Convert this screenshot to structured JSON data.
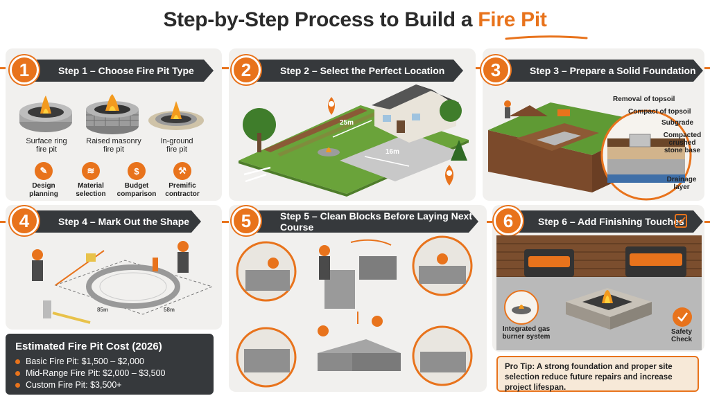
{
  "title": {
    "main": "Step-by-Step Process to Build a ",
    "accent": "Fire Pit"
  },
  "steps": [
    {
      "num": "1",
      "label": "Step 1 – Choose Fire Pit Type"
    },
    {
      "num": "2",
      "label": "Step 2 – Select the Perfect Location"
    },
    {
      "num": "3",
      "label": "Step 3 – Prepare a Solid Foundation"
    },
    {
      "num": "4",
      "label": "Step 4 – Mark Out the Shape"
    },
    {
      "num": "5",
      "label": "Step 5 – Clean Blocks Before Laying Next Course"
    },
    {
      "num": "6",
      "label": "Step 6 – Add Finishing Touches"
    }
  ],
  "pit_types": [
    "Surface ring\nfire pit",
    "Raised masonry\nfire pit",
    "In-ground\nfire pit"
  ],
  "planning_icons": [
    {
      "label": "Design\nplanning",
      "icon": "design-icon"
    },
    {
      "label": "Material\nselection",
      "icon": "layers-icon"
    },
    {
      "label": "Budget\ncomparison",
      "icon": "money-bag-icon"
    },
    {
      "label": "Premific\ncontractor",
      "icon": "contractor-icon"
    }
  ],
  "location_measures": {
    "a": "25m",
    "b": "16m"
  },
  "foundation_layers": [
    "Removal of topsoil",
    "Compact of topsoil",
    "Subgrade",
    "Compacted\ncrushed\nstone base",
    "Drainage\nlayer"
  ],
  "mark_measures": {
    "a": "85m",
    "b": "58m"
  },
  "finishing_labels": {
    "gas": "Integrated gas\nburner system",
    "safety": "Safety\nCheck"
  },
  "cost": {
    "title": "Estimated Fire Pit Cost (2026)",
    "items": [
      "Basic Fire Pit: $1,500 – $2,000",
      "Mid-Range Fire Pit: $2,000 – $3,500",
      "Custom Fire Pit: $3,500+"
    ]
  },
  "pro_tip": "Pro Tip: A strong foundation and proper site selection reduce future repairs and increase project lifespan.",
  "colors": {
    "accent": "#e8731c",
    "dark": "#36393c",
    "panel": "#f1f0ee",
    "grass": "#6aa33a"
  }
}
